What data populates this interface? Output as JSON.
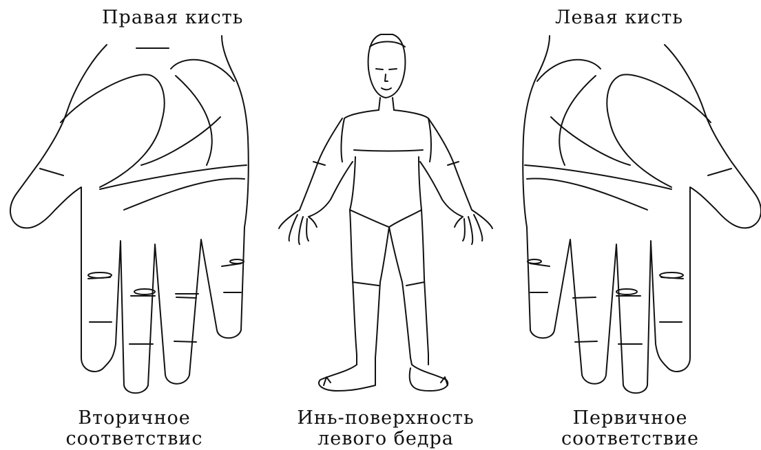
{
  "top_labels": {
    "right_hand": "Правая кисть",
    "left_hand": "Левая кисть"
  },
  "bottom_labels": {
    "right_line1": "Вторичное",
    "right_line2": "соответствис",
    "center_line1": "Инь-поверхность",
    "center_line2": "левого бедра",
    "left_line1": "Первичное",
    "left_line2": "соответствие"
  }
}
